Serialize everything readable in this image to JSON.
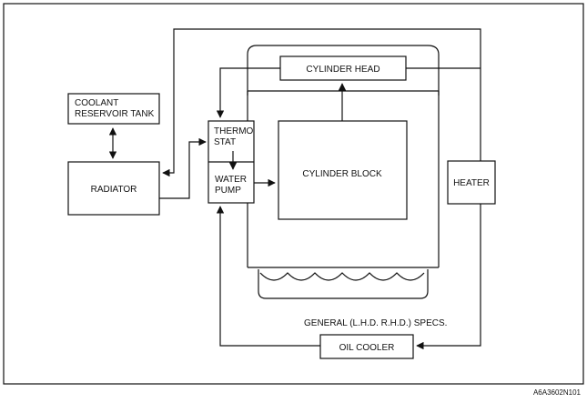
{
  "diagram": {
    "coolant_reservoir_line1": "COOLANT",
    "coolant_reservoir_line2": "RESERVOIR TANK",
    "radiator": "RADIATOR",
    "thermostat_line1": "THERMO",
    "thermostat_line2": "STAT",
    "water_pump_line1": "WATER",
    "water_pump_line2": "PUMP",
    "cylinder_head": "CYLINDER HEAD",
    "cylinder_block": "CYLINDER BLOCK",
    "heater": "HEATER",
    "oil_cooler": "OIL COOLER",
    "specs_note": "GENERAL (L.H.D. R.H.D.) SPECS.",
    "figure_code": "A6A3602N101"
  }
}
